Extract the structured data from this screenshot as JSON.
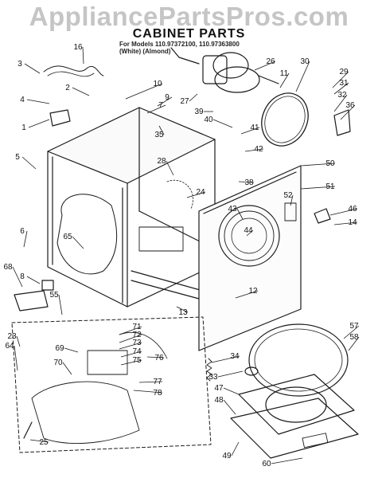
{
  "watermark": "AppliancePartsPros.com",
  "title": "CABINET PARTS",
  "subtitle_line1": "For Models 110.97372100, 110.97363800",
  "subtitle_line2": "(White)        (Almond)",
  "callouts": [
    {
      "n": "1"
    },
    {
      "n": "2"
    },
    {
      "n": "3"
    },
    {
      "n": "4"
    },
    {
      "n": "5"
    },
    {
      "n": "6"
    },
    {
      "n": "7"
    },
    {
      "n": "8"
    },
    {
      "n": "9"
    },
    {
      "n": "10"
    },
    {
      "n": "11"
    },
    {
      "n": "12"
    },
    {
      "n": "13"
    },
    {
      "n": "14"
    },
    {
      "n": "16"
    },
    {
      "n": "23"
    },
    {
      "n": "24"
    },
    {
      "n": "25"
    },
    {
      "n": "26"
    },
    {
      "n": "27"
    },
    {
      "n": "28"
    },
    {
      "n": "29"
    },
    {
      "n": "30"
    },
    {
      "n": "31"
    },
    {
      "n": "32"
    },
    {
      "n": "33"
    },
    {
      "n": "34"
    },
    {
      "n": "35"
    },
    {
      "n": "36"
    },
    {
      "n": "38"
    },
    {
      "n": "39"
    },
    {
      "n": "40"
    },
    {
      "n": "41"
    },
    {
      "n": "42"
    },
    {
      "n": "43"
    },
    {
      "n": "44"
    },
    {
      "n": "46"
    },
    {
      "n": "47"
    },
    {
      "n": "48"
    },
    {
      "n": "49"
    },
    {
      "n": "50"
    },
    {
      "n": "51"
    },
    {
      "n": "52"
    },
    {
      "n": "55"
    },
    {
      "n": "57"
    },
    {
      "n": "58"
    },
    {
      "n": "60"
    },
    {
      "n": "64"
    },
    {
      "n": "65"
    },
    {
      "n": "68"
    },
    {
      "n": "69"
    },
    {
      "n": "70"
    },
    {
      "n": "71"
    },
    {
      "n": "72"
    },
    {
      "n": "73"
    },
    {
      "n": "74"
    },
    {
      "n": "75"
    },
    {
      "n": "76"
    },
    {
      "n": "77"
    },
    {
      "n": "78"
    }
  ]
}
